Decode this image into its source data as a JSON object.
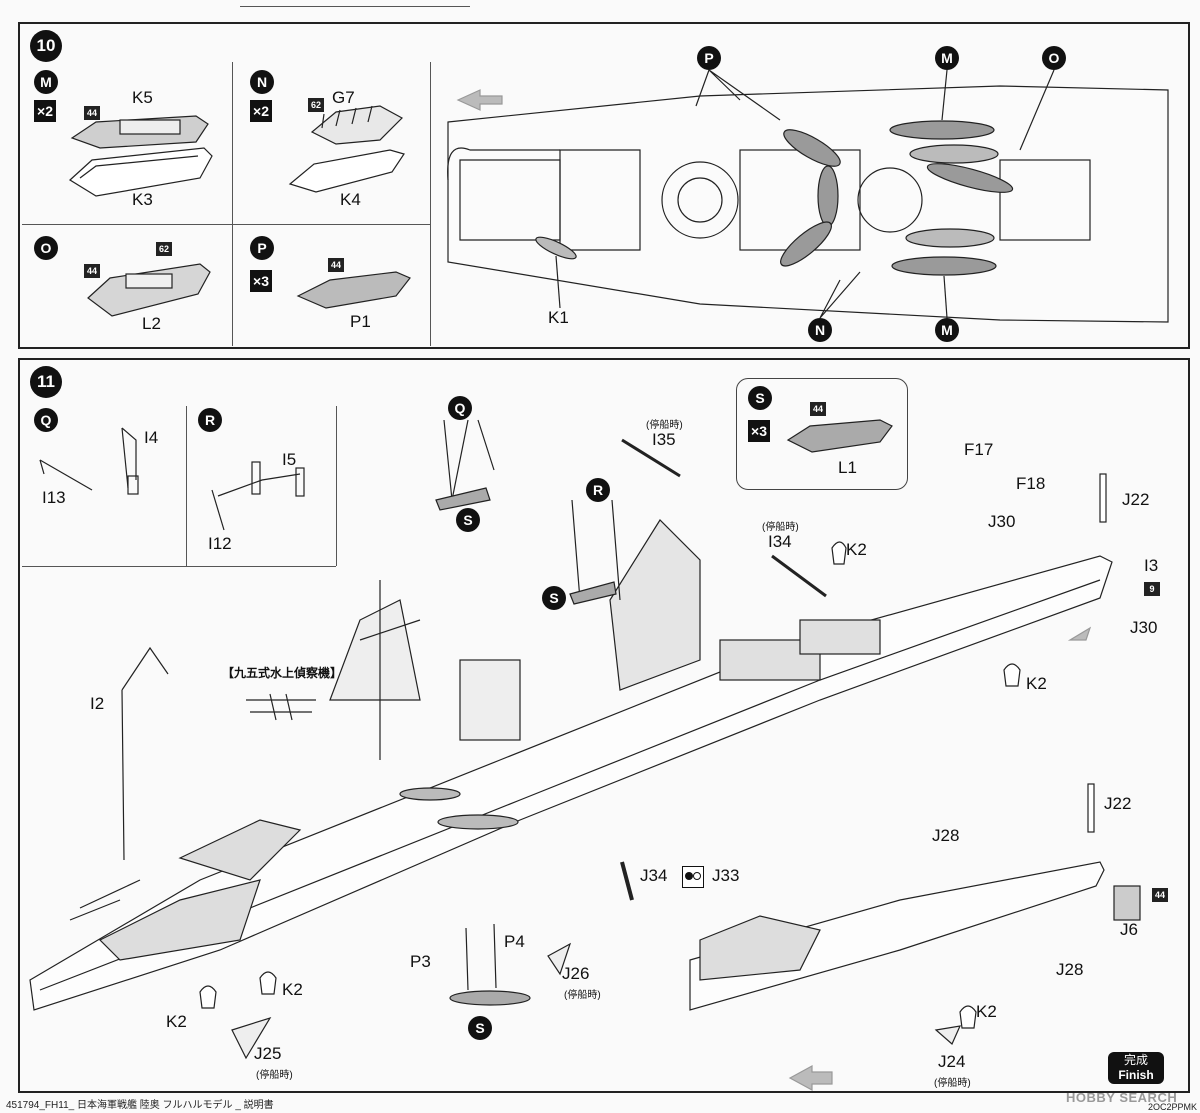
{
  "steps": {
    "step10": {
      "number": "10",
      "sub_M": {
        "letter": "M",
        "mult": "×2",
        "color": "44",
        "top_part": "K5",
        "bottom_part": "K3"
      },
      "sub_N": {
        "letter": "N",
        "mult": "×2",
        "color": "62",
        "top_part": "G7",
        "bottom_part": "K4"
      },
      "sub_O": {
        "letter": "O",
        "color_a": "44",
        "color_b": "62",
        "part": "L2"
      },
      "sub_P": {
        "letter": "P",
        "mult": "×3",
        "color": "44",
        "part": "P1"
      },
      "main": {
        "part_K1": "K1",
        "callouts": [
          "P",
          "M",
          "O",
          "N",
          "M"
        ]
      }
    },
    "step11": {
      "number": "11",
      "sub_Q": {
        "letter": "Q",
        "part_a": "I4",
        "part_b": "I13"
      },
      "sub_R": {
        "letter": "R",
        "part_a": "I5",
        "part_b": "I12"
      },
      "sub_S": {
        "letter": "S",
        "mult": "×3",
        "color": "44",
        "part": "L1"
      },
      "labels": {
        "I35": "I35",
        "I35_note": "(停船時)",
        "I34": "I34",
        "I34_note": "(停船時)",
        "K2": "K2",
        "F17": "F17",
        "F18": "F18",
        "J22": "J22",
        "J30": "J30",
        "I3": "I3",
        "I3_color": "9",
        "I2": "I2",
        "aircraft": "【九五式水上偵察機】",
        "J34": "J34",
        "J33": "J33",
        "P3": "P3",
        "P4": "P4",
        "J26": "J26",
        "J26_note": "(停船時)",
        "J25": "J25",
        "J25_note": "(停船時)",
        "J28": "J28",
        "J6": "J6",
        "J6_color": "44",
        "J24": "J24",
        "J24_note": "(停船時)",
        "Q": "Q",
        "R": "R",
        "S": "S"
      }
    }
  },
  "finish": {
    "jp": "完成",
    "en": "Finish"
  },
  "footer": {
    "left": "451794_FH11_ 日本海軍戦艦 陸奥 フルハルモデル _ 説明書",
    "right": "2OC2PPMK",
    "watermark": "HOBBY SEARCH"
  },
  "colors": {
    "ink": "#111111",
    "paper": "#fafafa",
    "hull_gray": "#cfcfcf",
    "boat_gray": "#9a9a9a"
  }
}
